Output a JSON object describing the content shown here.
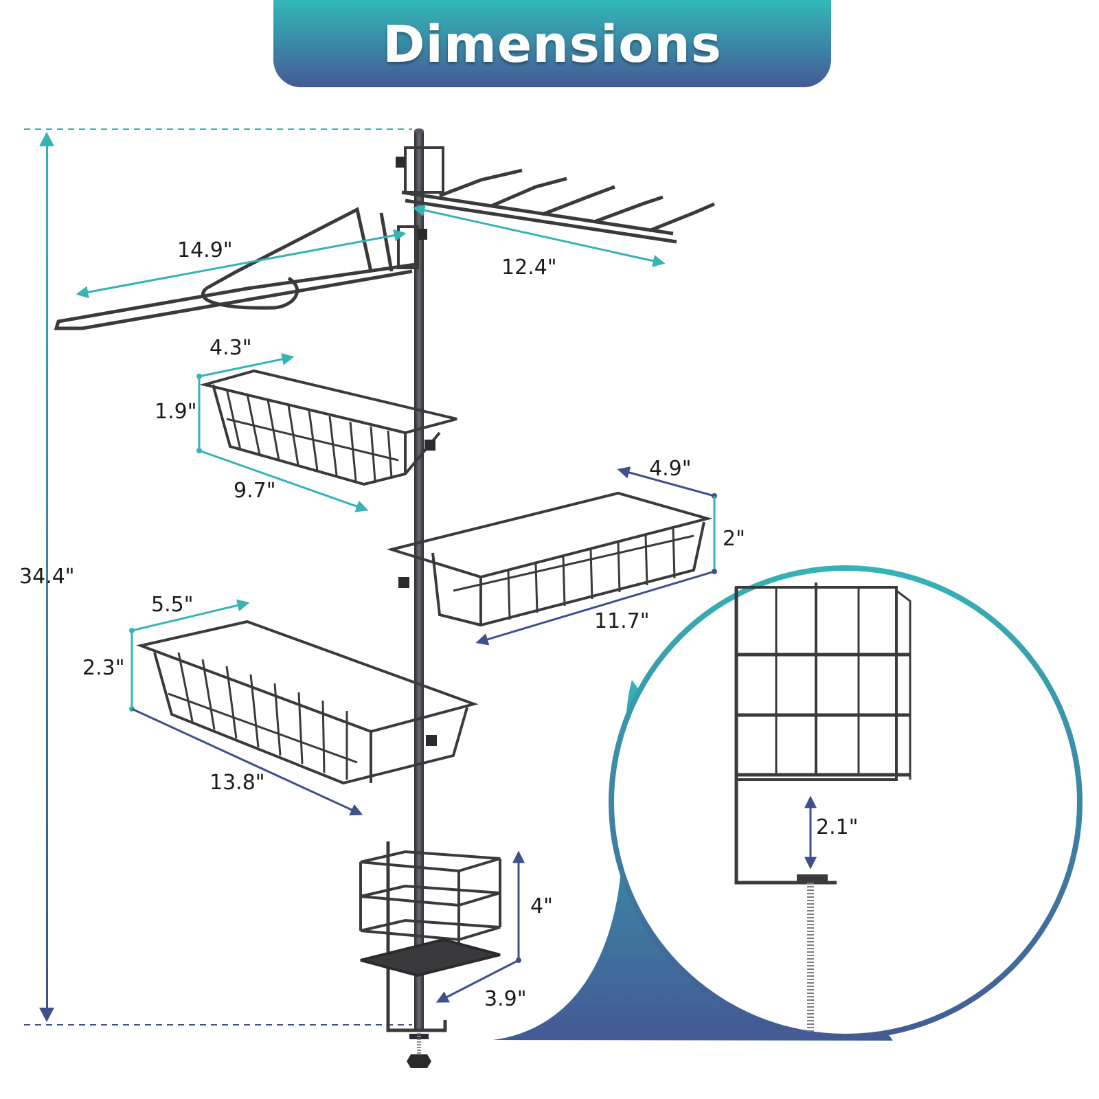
{
  "title": "Dimensions",
  "colors": {
    "teal": "#35b3b5",
    "navy": "#3f4f8c",
    "banner_top": "#33b8b8",
    "banner_bottom": "#435a94",
    "metal": "#3a3a3d"
  },
  "dimensions": {
    "total_height": "34.4\"",
    "drying_rack_length": "14.9\"",
    "tool_rack_length": "12.4\"",
    "basket1_width": "4.3\"",
    "basket1_height": "1.9\"",
    "basket1_length": "9.7\"",
    "basket2_width": "4.9\"",
    "basket2_height": "2\"",
    "basket2_length": "11.7\"",
    "basket3_width": "5.5\"",
    "basket3_height": "2.3\"",
    "basket3_length": "13.8\"",
    "cup_height": "4\"",
    "base_width": "3.9\"",
    "clamp_opening": "2.1\""
  }
}
